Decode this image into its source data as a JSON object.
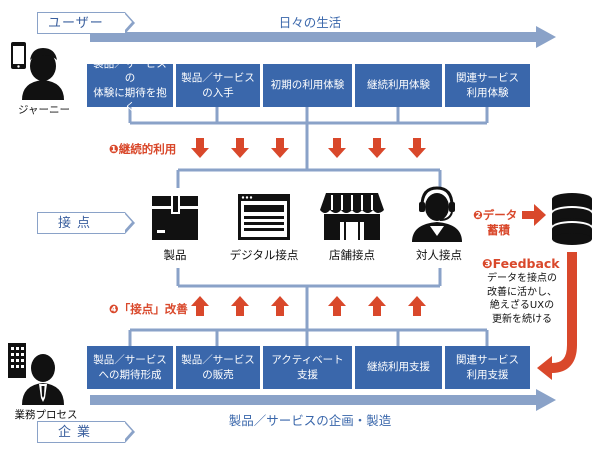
{
  "sections": {
    "user": "ユーザー",
    "touchpoint": "接点",
    "company": "企業"
  },
  "flows": {
    "daily_life": "日々の生活",
    "product_planning": "製品／サービスの企画・製造"
  },
  "roles": {
    "journey": "ジャーニー",
    "business_process": "業務プロセス"
  },
  "journey_steps": [
    {
      "line1": "製品／サービスの",
      "line2": "体験に期待を抱く"
    },
    {
      "line1": "製品／サービス",
      "line2": "の入手"
    },
    {
      "line1": "初期の利用体験",
      "line2": ""
    },
    {
      "line1": "継続利用体験",
      "line2": ""
    },
    {
      "line1": "関連サービス",
      "line2": "利用体験"
    }
  ],
  "process_steps": [
    {
      "line1": "製品／サービス",
      "line2": "への期待形成"
    },
    {
      "line1": "製品／サービス",
      "line2": "の販売"
    },
    {
      "line1": "アクティベート",
      "line2": "支援"
    },
    {
      "line1": "継続利用支援",
      "line2": ""
    },
    {
      "line1": "関連サービス",
      "line2": "利用支援"
    }
  ],
  "touchpoints": [
    {
      "label": "製品",
      "icon": "box-icon"
    },
    {
      "label": "デジタル接点",
      "icon": "browser-icon"
    },
    {
      "label": "店舗接点",
      "icon": "store-icon"
    },
    {
      "label": "対人接点",
      "icon": "operator-icon"
    }
  ],
  "annotations": {
    "continuous_use": "❶継続的利用",
    "improve_touchpoint": "❹「接点」改善",
    "data_accumulate_1": "❷データ",
    "data_accumulate_2": "蓄積",
    "feedback": "❸Feedback",
    "feedback_note_1": "データを接点の",
    "feedback_note_2": "改善に活かし、",
    "feedback_note_3": "絶えざるUXの",
    "feedback_note_4": "更新を続ける"
  },
  "colors": {
    "accent_blue": "#3a67ab",
    "light_blue": "#8aa2c8",
    "accent_red": "#d9482b"
  }
}
